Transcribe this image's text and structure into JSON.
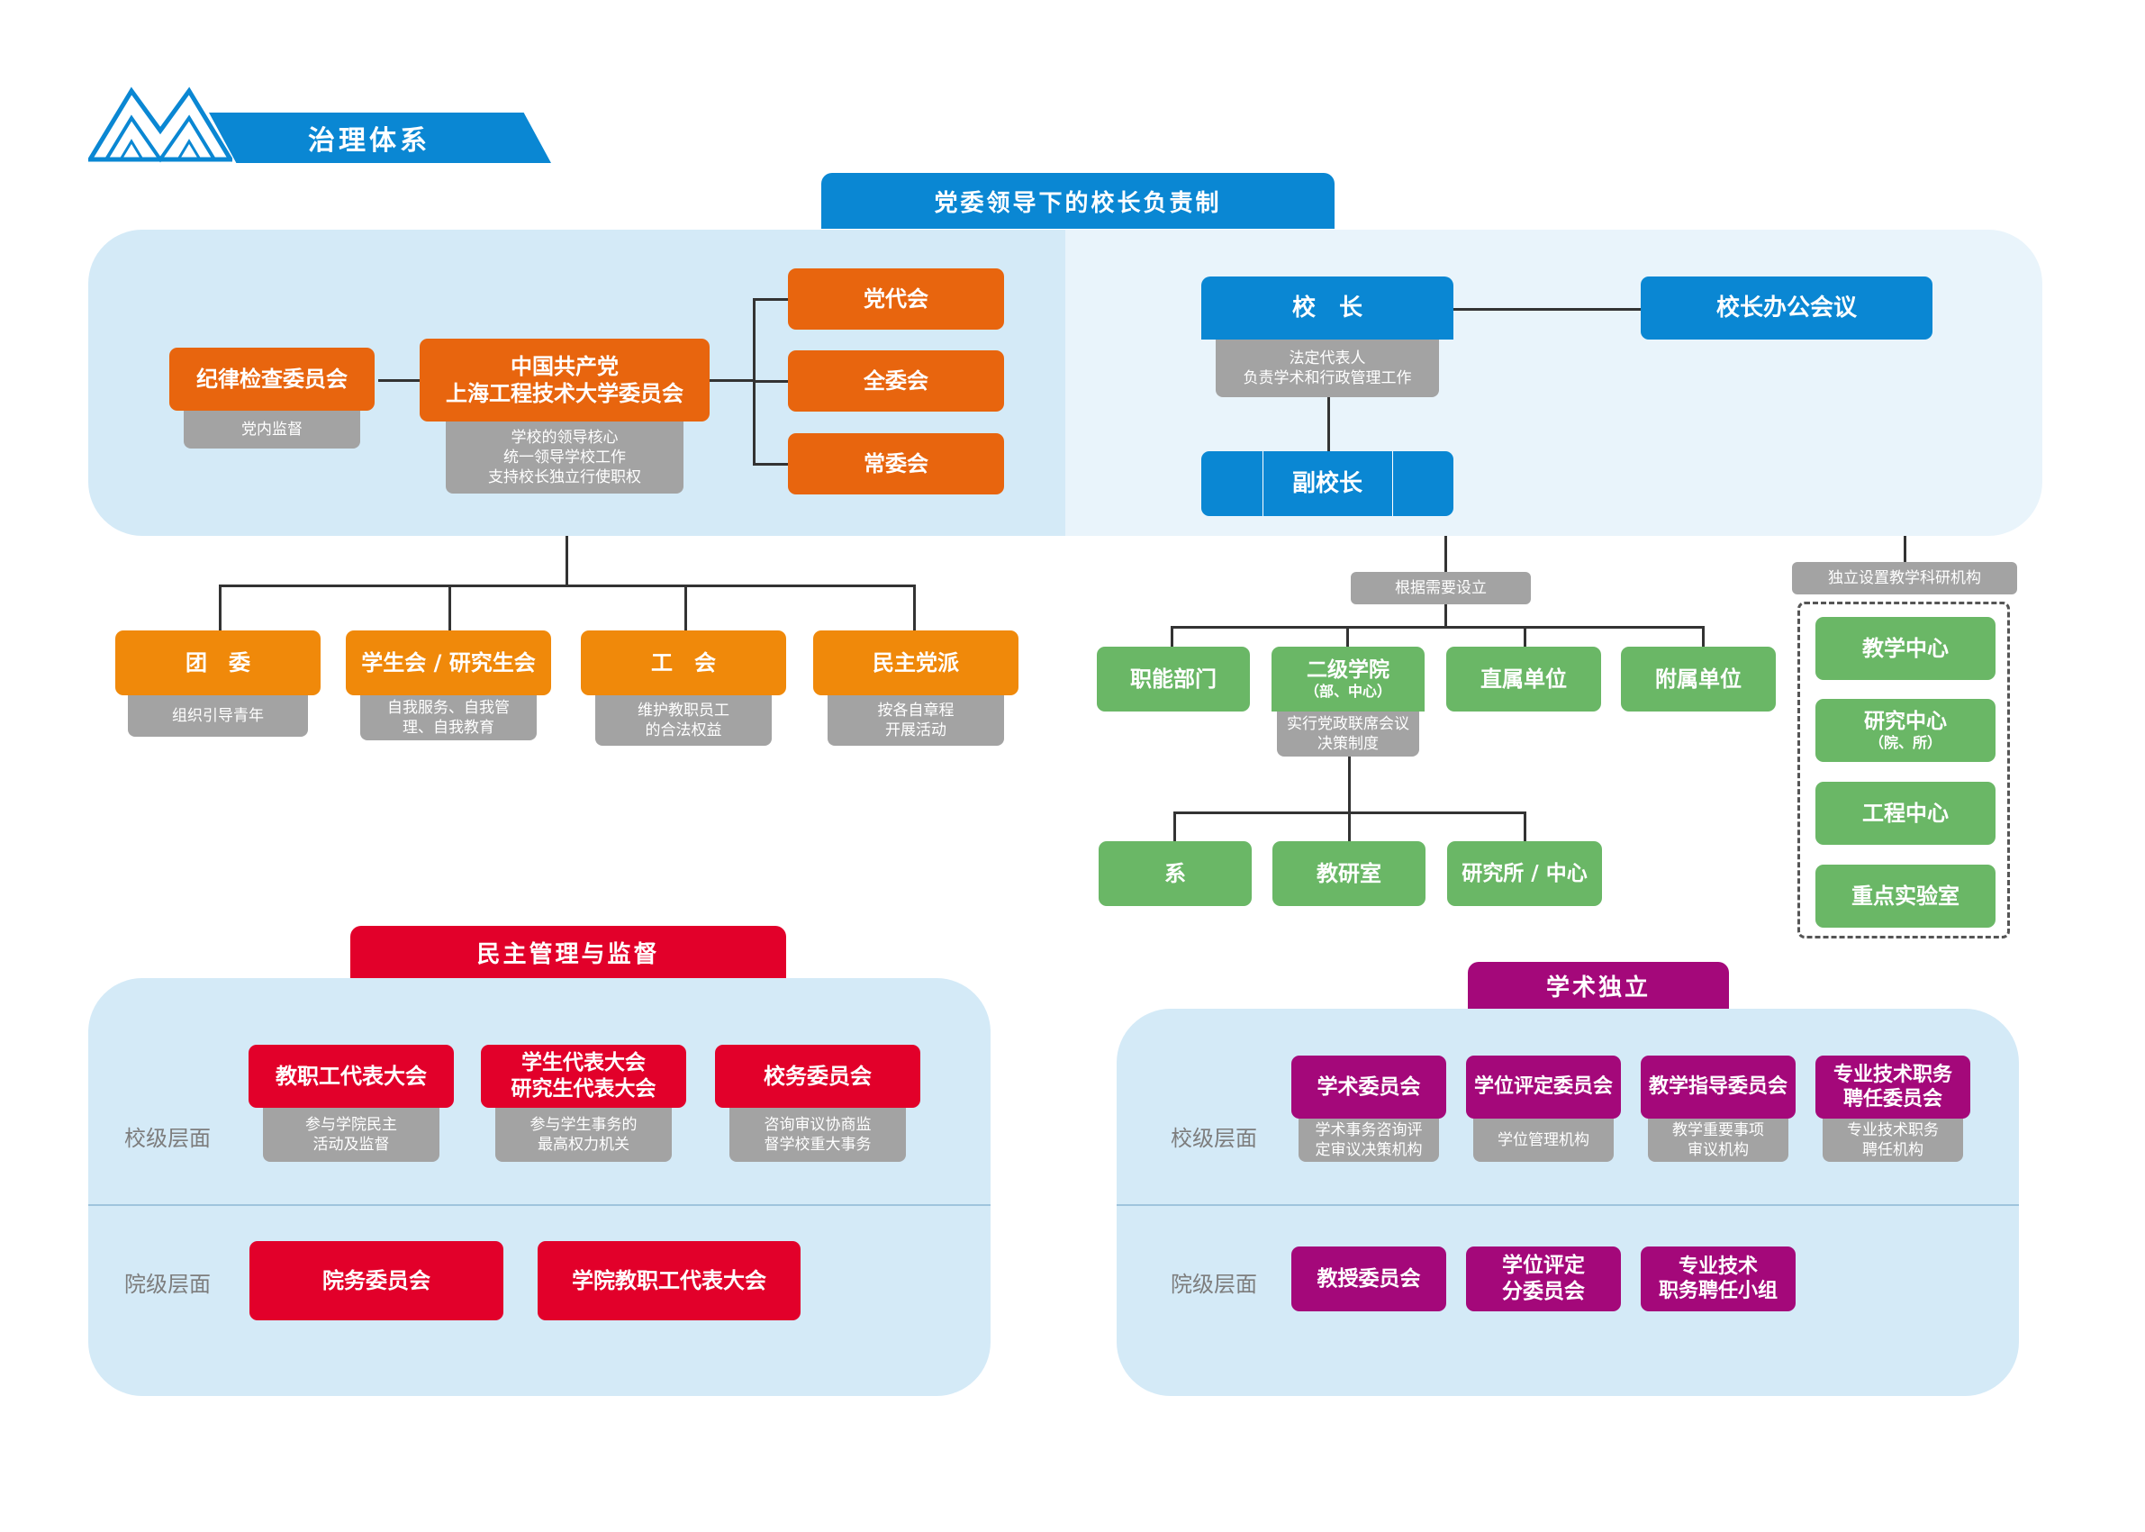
{
  "header": {
    "title": "治理体系"
  },
  "section1": {
    "banner": "党委领导下的校长负责制",
    "party": {
      "discipline": {
        "label": "纪律检查委员会",
        "desc": "党内监督"
      },
      "committee": {
        "line1": "中国共产党",
        "line2": "上海工程技术大学委员会",
        "desc1": "学校的领导核心",
        "desc2": "统一领导学校工作",
        "desc3": "支持校长独立行使职权"
      },
      "congress": "党代会",
      "plenary": "全委会",
      "standing": "常委会"
    },
    "admin": {
      "president": {
        "label": "校　长",
        "desc1": "法定代表人",
        "desc2": "负责学术和行政管理工作"
      },
      "office_meeting": "校长办公会议",
      "vice_president": "副校长"
    },
    "orgs": [
      {
        "label": "团　委",
        "desc1": "组织引导青年",
        "desc2": ""
      },
      {
        "label": "学生会 / 研究生会",
        "desc1": "自我服务、自我管",
        "desc2": "理、自我教育"
      },
      {
        "label": "工　会",
        "desc1": "维护教职员工",
        "desc2": "的合法权益"
      },
      {
        "label": "民主党派",
        "desc1": "按各自章程",
        "desc2": "开展活动"
      }
    ],
    "as_needed": "根据需要设立",
    "units": {
      "functional": "职能部门",
      "college": {
        "line1": "二级学院",
        "line2": "（部、中心）",
        "desc1": "实行党政联席会议",
        "desc2": "决策制度"
      },
      "direct": "直属单位",
      "affiliated": "附属单位"
    },
    "sub_units": [
      "系",
      "教研室",
      "研究所 / 中心"
    ],
    "research": {
      "label": "独立设置教学科研机构",
      "items": [
        "教学中心",
        "研究中心",
        "工程中心",
        "重点实验室"
      ],
      "research_sub": "（院、所）"
    }
  },
  "section2": {
    "banner": "民主管理与监督",
    "school_level": "校级层面",
    "college_level": "院级层面",
    "school_items": [
      {
        "line1": "教职工代表大会",
        "line2": "",
        "desc1": "参与学院民主",
        "desc2": "活动及监督"
      },
      {
        "line1": "学生代表大会",
        "line2": "研究生代表大会",
        "desc1": "参与学生事务的",
        "desc2": "最高权力机关"
      },
      {
        "line1": "校务委员会",
        "line2": "",
        "desc1": "咨询审议协商监",
        "desc2": "督学校重大事务"
      }
    ],
    "college_items": [
      "院务委员会",
      "学院教职工代表大会"
    ]
  },
  "section3": {
    "banner": "学术独立",
    "school_level": "校级层面",
    "college_level": "院级层面",
    "school_items": [
      {
        "line1": "学术委员会",
        "line2": "",
        "desc1": "学术事务咨询评",
        "desc2": "定审议决策机构"
      },
      {
        "line1": "学位评定委员会",
        "line2": "",
        "desc1": "学位管理机构",
        "desc2": ""
      },
      {
        "line1": "教学指导委员会",
        "line2": "",
        "desc1": "教学重要事项",
        "desc2": "审议机构"
      },
      {
        "line1": "专业技术职务",
        "line2": "聘任委员会",
        "desc1": "专业技术职务",
        "desc2": "聘任机构"
      }
    ],
    "college_items": [
      {
        "line1": "教授委员会",
        "line2": ""
      },
      {
        "line1": "学位评定",
        "line2": "分委员会"
      },
      {
        "line1": "专业技术",
        "line2": "职务聘任小组"
      }
    ]
  },
  "colors": {
    "party_orange": "#e8650e",
    "org_amber": "#f0890a",
    "admin_blue": "#0a87d3",
    "unit_green": "#6ab766",
    "democracy_red": "#e2002a",
    "academic_magenta": "#a4087a",
    "panel_light": "#d4eaf7",
    "desc_gray": "#a3a3a3"
  }
}
